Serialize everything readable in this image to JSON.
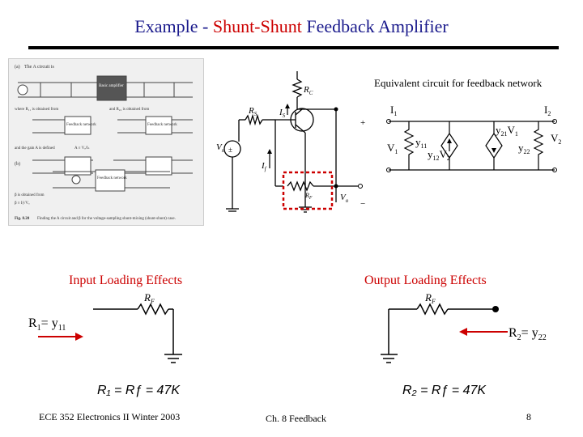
{
  "title": {
    "prefix": "Example  - ",
    "highlight": "Shunt-Shunt ",
    "rest": "Feedback  Amplifier"
  },
  "figure": {
    "caption": "Fig. 8.20",
    "caption_text": "Finding the A circuit and β for the voltage-sampling shunt-mixing (shunt-shunt) case.",
    "part_a_label": "(a)",
    "part_a_text": "The A circuit is",
    "basic_amp": "Basic amplifier",
    "feedback_network": "Feedback network",
    "where_r11": "where R₁₁ is obtained from",
    "and_r22": "and R₂₂ is obtained from",
    "gain_text": "and the gain A is defined",
    "gain_formula": "A ≡ Vₒ/Iₛ",
    "part_b_label": "(b)",
    "part_b_text": "β is obtained from",
    "beta_formula": "β ≡ Iƒ/Vₒ"
  },
  "equiv_title": "Equivalent circuit for feedback network",
  "equiv_labels": {
    "i1": "I",
    "i1_sub": "1",
    "i2": "I",
    "i2_sub": "2",
    "v1": "V",
    "v1_sub": "1",
    "y11": "y",
    "y11_sub": "11",
    "y12v2": "y",
    "y12v2_sub": "12",
    "y12v2_v": "V",
    "y12v2_vsub": "2",
    "y21v1": "y",
    "y21v1_sub": "21",
    "y21v1_v": "V",
    "y21v1_vsub": "1",
    "y22": "y",
    "y22_sub": "22",
    "v2": "V",
    "v2_sub": "2"
  },
  "amp_labels": {
    "rc": "R",
    "rc_sub": "C",
    "rs": "R",
    "rs_sub": "S",
    "is": "I",
    "is_sub": "S",
    "if": "I",
    "if_sub": "f",
    "vs": "V",
    "vs_sub": "s",
    "rf": "R",
    "rf_sub": "F",
    "vo": "V",
    "vo_sub": "o"
  },
  "input_heading": "Input Loading Effects",
  "output_heading": "Output Loading Effects",
  "r1_label": "R",
  "r1_sub": "1",
  "r1_eq": "= y",
  "r1_eq_sub": "11",
  "r2_label": "R",
  "r2_sub": "2",
  "r2_eq": "= y",
  "r2_eq_sub": "22",
  "rf_input": "R",
  "rf_input_sub": "F",
  "rf_output": "R",
  "rf_output_sub": "F",
  "formula_left": "R₁ = Rƒ = 47K",
  "formula_right": "R₂ = Rƒ = 47K",
  "footer": {
    "course": "ECE 352  Electronics II Winter 2003",
    "chapter": "Ch. 8 Feedback",
    "page": "8"
  }
}
